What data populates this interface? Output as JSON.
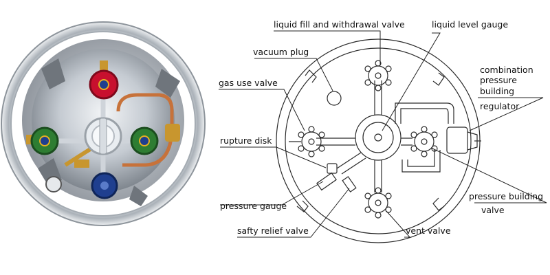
{
  "labels": {
    "liquid_fill": "liquid fill and withdrawal valve",
    "liquid_level": "liquid level gauge",
    "vacuum_plug": "vacuum plug",
    "combination_1": "combination",
    "combination_2": "pressure",
    "combination_3": "building",
    "combination_4": "regulator",
    "gas_use": "gas use valve",
    "rupture_disk": "rupture disk",
    "pressure_gauge": "pressure gauge",
    "safety_relief": "safty relief valve",
    "pb_valve_1": "pressure building",
    "pb_valve_2": "valve",
    "vent_valve": "vent valve"
  },
  "colors": {
    "ring": "#c9ced4",
    "steel": "#b8bec6",
    "handwheel_red": "#c8102e",
    "handwheel_green": "#2e7d32",
    "handwheel_blue": "#1f3f8f",
    "brass": "#c8962e",
    "copper": "#c7723a"
  }
}
